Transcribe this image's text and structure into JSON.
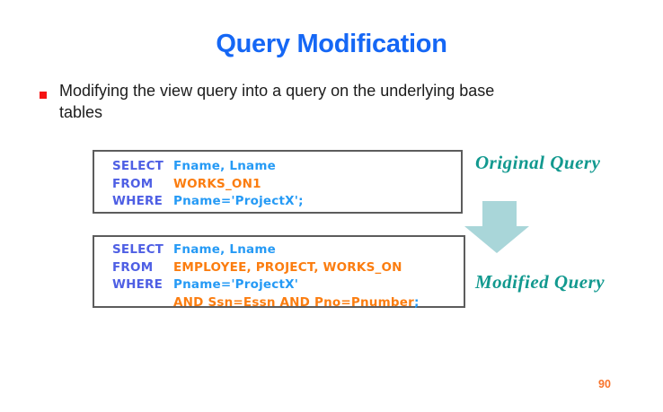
{
  "slide": {
    "title": "Query Modification",
    "bullet": {
      "lines": [
        "Modifying the view query into a query on the underlying base",
        "tables"
      ]
    },
    "page_number": "90"
  },
  "original_query": {
    "label": "Original Query",
    "rows": [
      {
        "keyword": "SELECT",
        "value": "Fname, Lname"
      },
      {
        "keyword": "FROM",
        "value": "WORKS_ON1"
      },
      {
        "keyword": "WHERE",
        "value": "Pname='ProjectX';"
      }
    ]
  },
  "modified_query": {
    "label": "Modified Query",
    "rows": [
      {
        "keyword": "SELECT",
        "value": "Fname, Lname"
      },
      {
        "keyword": "FROM",
        "value": "EMPLOYEE, PROJECT, WORKS_ON"
      },
      {
        "keyword": "WHERE",
        "value": "Pname='ProjectX'"
      },
      {
        "keyword": "",
        "value": "AND Ssn=Essn AND Pno=Pnumber",
        "suffix": ";"
      }
    ]
  },
  "icons": {
    "down_arrow": "block-arrow-down"
  },
  "colors": {
    "title_blue": "#1567f5",
    "sql_keyword_blue": "#4e5fe4",
    "sql_value_blue": "#259af5",
    "sql_orange": "#fb7d10",
    "script_teal": "#12998f",
    "arrow_teal": "#a9d6d9",
    "bullet_red": "#f51313",
    "page_orange": "#f8742c",
    "body_text": "#1c1c1c",
    "box_border": "#5c5c5c"
  }
}
